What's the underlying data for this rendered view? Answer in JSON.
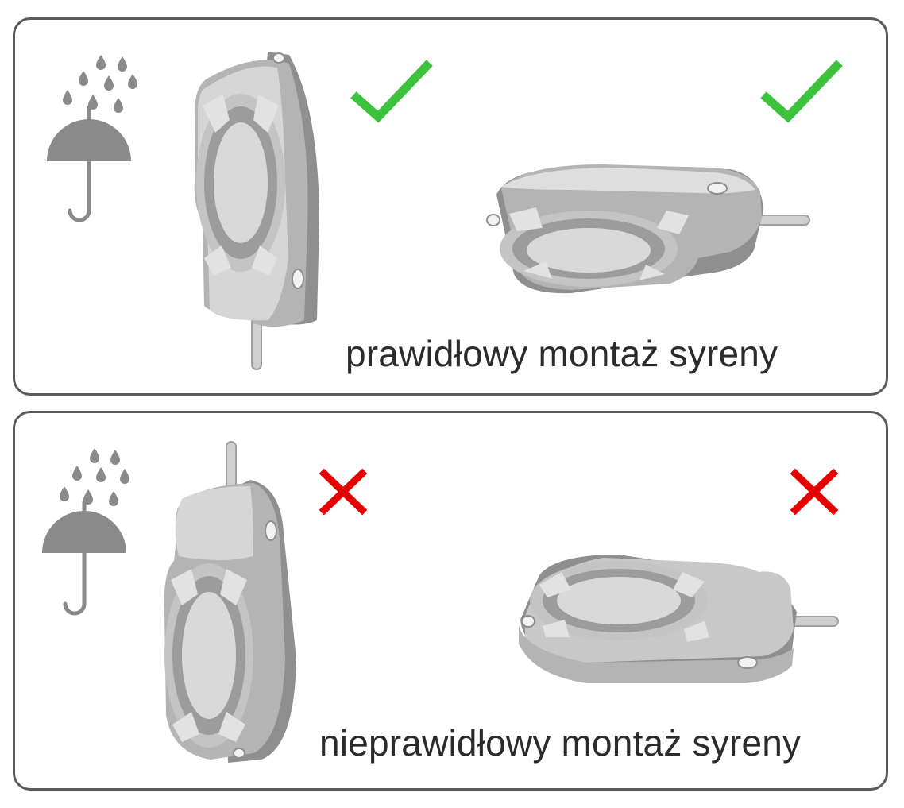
{
  "panels": {
    "correct": {
      "caption": "prawidłowy montaż syreny",
      "status": "correct",
      "marks": [
        "check-icon",
        "check-icon"
      ],
      "mark_color": "#3cc23c"
    },
    "incorrect": {
      "caption": "nieprawidłowy montaż syreny",
      "status": "incorrect",
      "marks": [
        "cross-icon",
        "cross-icon"
      ],
      "mark_color": "#e60000"
    }
  },
  "colors": {
    "frame": "#5a5a5a",
    "icon_gray": "#8a8a8a",
    "device_light": "#d6d6d6",
    "device_mid": "#b4b4b4",
    "device_dark": "#8f8f8f"
  }
}
